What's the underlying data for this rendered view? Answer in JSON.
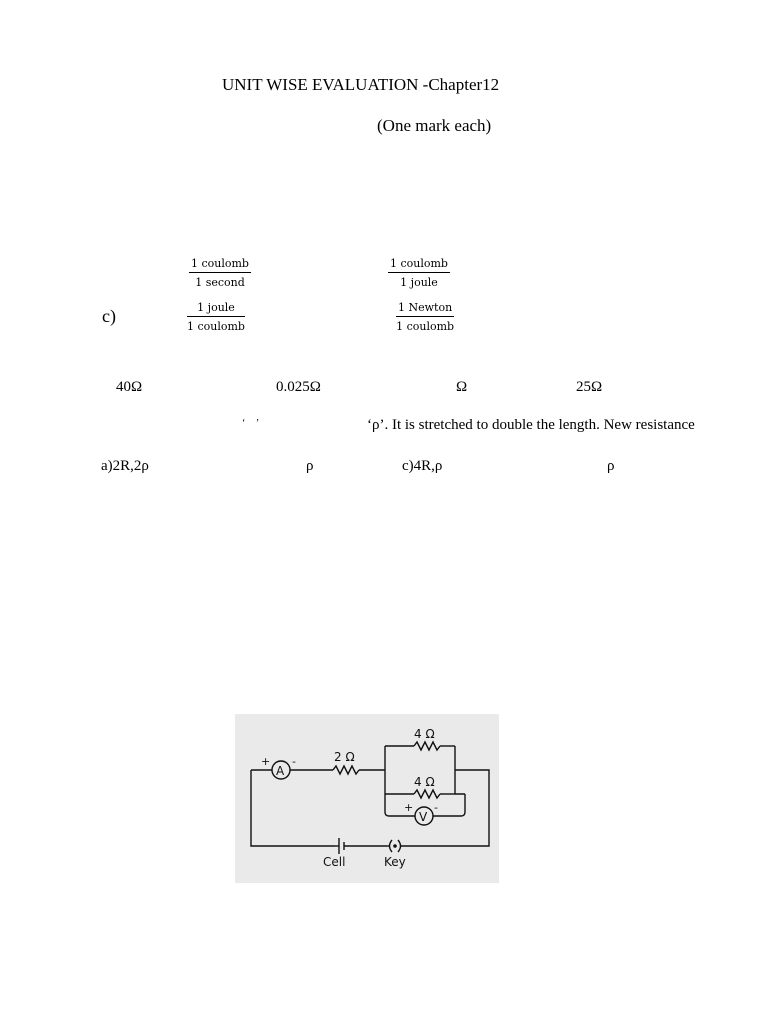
{
  "header": {
    "title": "UNIT WISE EVALUATION -Chapter12",
    "subtitle": "(One mark each)"
  },
  "q_fracs": {
    "a": {
      "num": "1 coulomb",
      "den": "1 second"
    },
    "b": {
      "num": "1 coulomb",
      "den": "1 joule"
    },
    "c_label": "c)",
    "c": {
      "num": "1 joule",
      "den": "1 coulomb"
    },
    "d": {
      "num": "1 Newton",
      "den": "1 coulomb"
    }
  },
  "q_resist": {
    "opt_a": "40Ω",
    "opt_b": "0.025Ω",
    "opt_c": "Ω",
    "opt_d": "25Ω"
  },
  "q_stretch": {
    "quote_marks": "‘ ’",
    "text": "‘ρ’. It is stretched to double the length. New resistance",
    "opt_a": "a)2R,2ρ",
    "opt_b": "ρ",
    "opt_c": "c)4R,ρ",
    "opt_d": "ρ"
  },
  "circuit": {
    "r_top": "4 Ω",
    "r_series": "2 Ω",
    "r_bottom": "4 Ω",
    "ammeter": "A",
    "voltmeter": "V",
    "plus": "+",
    "minus": "-",
    "cell_label": "Cell",
    "key_label": "Key"
  }
}
